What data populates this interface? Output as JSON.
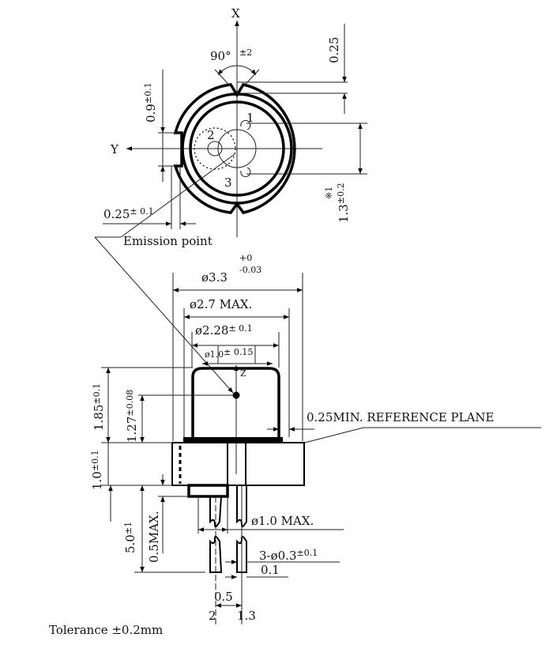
{
  "title": "Laser diode package outline drawing",
  "top_view": {
    "axis_x": "X",
    "axis_y": "Y",
    "angle": "90°",
    "angle_tol": "±2",
    "dim_notch_depth": "0.25",
    "dim_notch_width": "0.9",
    "dim_notch_width_tol": "±0.1",
    "dim_flat": "0.25",
    "dim_flat_tol": "± 0.1",
    "dim_pin_pitch_note": "※1",
    "dim_pin_pitch": "1.3",
    "dim_pin_pitch_tol": "±0.2",
    "pin_1": "1",
    "pin_2": "2",
    "pin_3": "3"
  },
  "emission_label": "Emission point",
  "side_view": {
    "d_33": "ø3.3",
    "d_33_tol_plus": "+0",
    "d_33_tol_minus": "-0.03",
    "d_27": "ø2.7  MAX.",
    "d_228": "ø2.28",
    "d_228_tol": "± 0.1",
    "d_10": "ø1.0",
    "d_10_tol": "± 0.15",
    "axis_z": "Z",
    "h_185": "1.85",
    "h_185_tol": "±0.1",
    "h_127": "1.27",
    "h_127_tol": "±0.08",
    "h_10": "1.0",
    "h_10_tol": "±0.1",
    "lead_len": "5.0",
    "lead_len_tol": "±1",
    "h_05max": "0.5MAX.",
    "ref_plane": "0.25MIN.  REFERENCE PLANE",
    "lead_d_max": "ø1.0  MAX.",
    "lead_d": "3-ø0.3",
    "lead_d_tol": "±0.1",
    "lead_01": "0.1",
    "lead_05": "0.5",
    "pin_label_2": "2",
    "pin_label_13": "1.3"
  },
  "tolerance": "Tolerance   ±0.2mm"
}
